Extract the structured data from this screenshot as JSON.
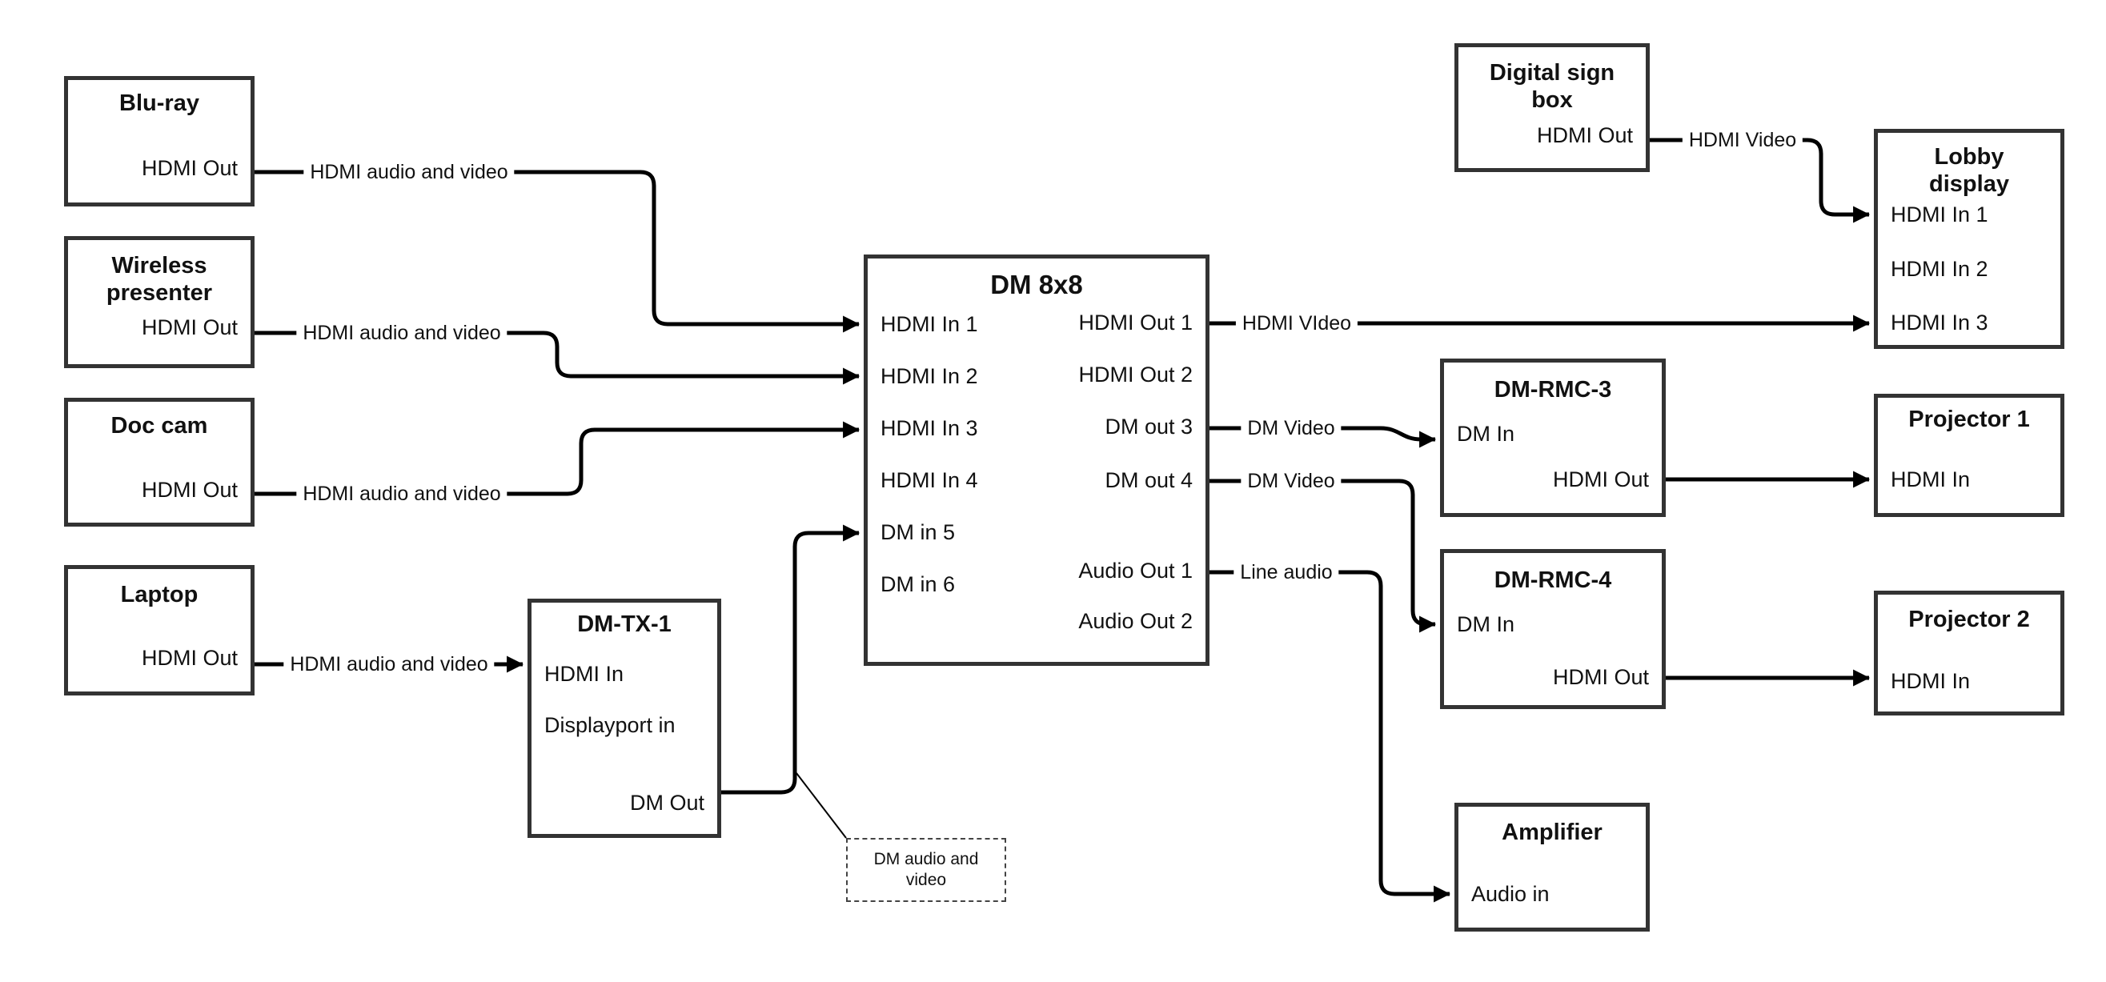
{
  "boxes": {
    "bluray": {
      "title": "Blu-ray",
      "ports": {
        "hdmi_out": "HDMI Out"
      }
    },
    "wireless": {
      "title": "Wireless presenter",
      "ports": {
        "hdmi_out": "HDMI Out"
      }
    },
    "doccam": {
      "title": "Doc cam",
      "ports": {
        "hdmi_out": "HDMI Out"
      }
    },
    "laptop": {
      "title": "Laptop",
      "ports": {
        "hdmi_out": "HDMI Out"
      }
    },
    "dmtx1": {
      "title": "DM-TX-1",
      "ports": {
        "hdmi_in": "HDMI In",
        "displayport_in": "Displayport in",
        "dm_out": "DM Out"
      }
    },
    "dm8x8": {
      "title": "DM 8x8",
      "ports": {
        "hdmi_in_1": "HDMI In 1",
        "hdmi_in_2": "HDMI In 2",
        "hdmi_in_3": "HDMI In 3",
        "hdmi_in_4": "HDMI In 4",
        "dm_in_5": "DM in 5",
        "dm_in_6": "DM in 6",
        "hdmi_out_1": "HDMI Out 1",
        "hdmi_out_2": "HDMI Out 2",
        "dm_out_3": "DM out 3",
        "dm_out_4": "DM out 4",
        "audio_out_1": "Audio Out 1",
        "audio_out_2": "Audio Out 2"
      }
    },
    "digitalsign": {
      "title": "Digital sign box",
      "ports": {
        "hdmi_out": "HDMI Out"
      }
    },
    "lobby": {
      "title": "Lobby display",
      "ports": {
        "hdmi_in_1": "HDMI In 1",
        "hdmi_in_2": "HDMI In 2",
        "hdmi_in_3": "HDMI In 3"
      }
    },
    "dmrmc3": {
      "title": "DM-RMC-3",
      "ports": {
        "dm_in": "DM In",
        "hdmi_out": "HDMI Out"
      }
    },
    "proj1": {
      "title": "Projector 1",
      "ports": {
        "hdmi_in": "HDMI In"
      }
    },
    "dmrmc4": {
      "title": "DM-RMC-4",
      "ports": {
        "dm_in": "DM In",
        "hdmi_out": "HDMI Out"
      }
    },
    "proj2": {
      "title": "Projector 2",
      "ports": {
        "hdmi_in": "HDMI In"
      }
    },
    "amplifier": {
      "title": "Amplifier",
      "ports": {
        "audio_in": "Audio in"
      }
    }
  },
  "edge_labels": {
    "bluray_to_in1": "HDMI audio and video",
    "wireless_to_in2": "HDMI audio and video",
    "doccam_to_in3": "HDMI audio and video",
    "laptop_to_dmtx1": "HDMI audio and video",
    "out1_to_lobby": "HDMI VIdeo",
    "dmout3_to_rmc3": "DM Video",
    "dmout4_to_rmc4": "DM Video",
    "audioout1_to_amp": "Line audio",
    "digitalsign_to_lobby": "HDMI Video",
    "dm_callout": "DM audio and video"
  },
  "colors": {
    "line": "#000000",
    "box_border": "#333333",
    "text": "#111111",
    "background": "#ffffff"
  }
}
